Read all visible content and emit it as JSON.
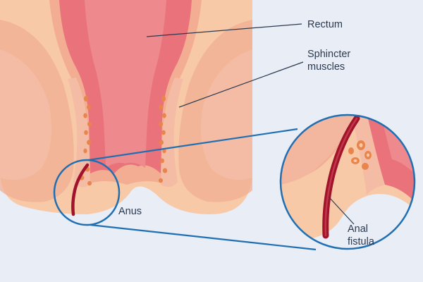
{
  "labels": {
    "rectum": "Rectum",
    "sphincter_line1": "Sphincter",
    "sphincter_line2": "muscles",
    "anus": "Anus",
    "fistula_line1": "Anal",
    "fistula_line2": "fistula"
  },
  "colors": {
    "background": "#e8edf6",
    "skin": "#f8c9a7",
    "outer_muscle": "#f2ad93",
    "inner_muscle": "#f4bca5",
    "rectum": "#e9727b",
    "rectum_dark": "#d65a64",
    "fistula": "#a1122c",
    "fat_cells": "#e8854d",
    "outline_blue": "#1f6fb2",
    "label_text": "#2c3a4f"
  }
}
